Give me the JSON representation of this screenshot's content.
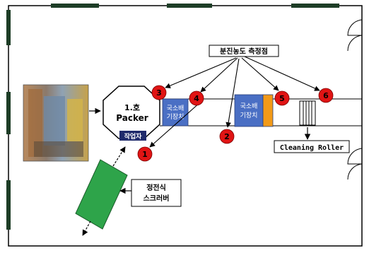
{
  "diagram": {
    "heading": "분진농도 측정점",
    "packer": {
      "line1": "1.호",
      "line2": "Packer"
    },
    "worker_tag": "작업자",
    "device_left": {
      "line1": "국소배",
      "line2": "기장치"
    },
    "device_right": {
      "line1": "국소배",
      "line2": "기장치"
    },
    "roller_label": "Cleaning Roller",
    "scrubber": {
      "line1": "정전식",
      "line2": "스크러버"
    },
    "points": [
      "1",
      "2",
      "3",
      "4",
      "5",
      "6"
    ]
  },
  "colors": {
    "point_fill": "#e01414",
    "device_fill": "#4a6fc4",
    "device_accent": "#f29a18",
    "scrubber_fill": "#2ea44a",
    "worker_tag_fill": "#1f2a6b",
    "wall": "#1d3d26"
  }
}
